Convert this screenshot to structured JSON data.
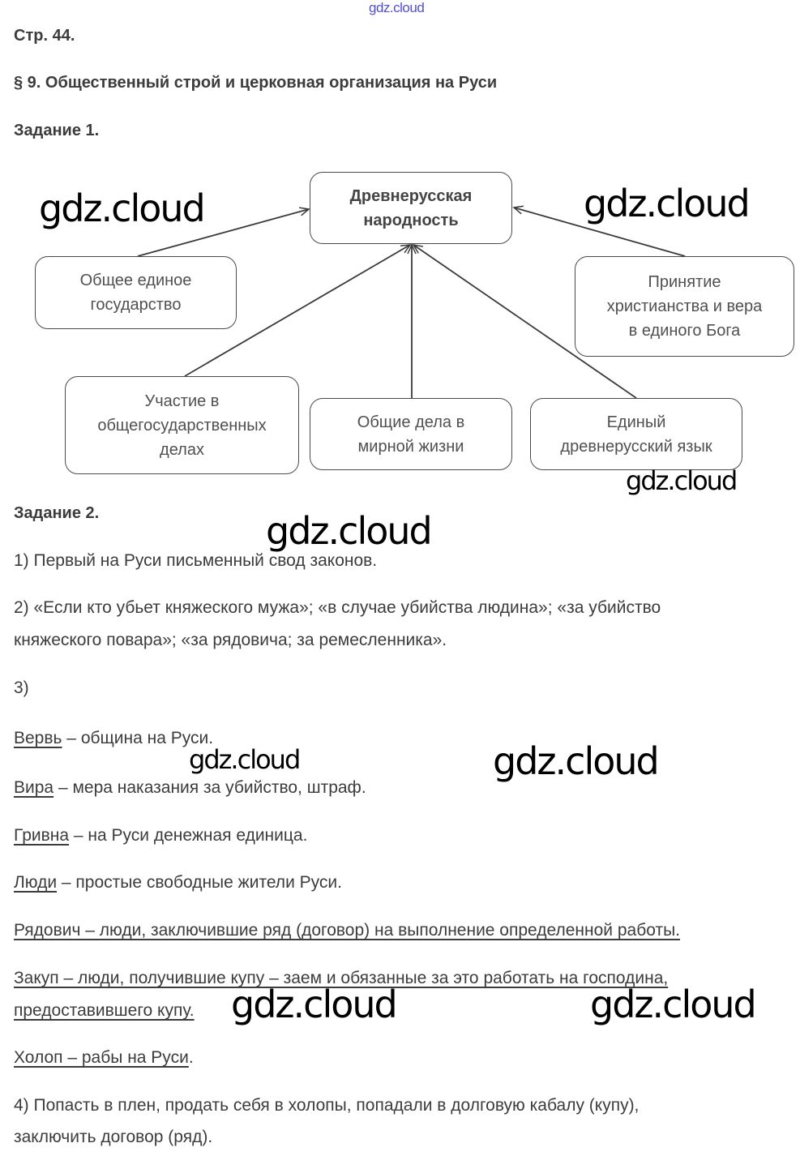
{
  "watermark_top": "gdz.cloud",
  "watermark": "gdz.cloud",
  "page_label": "Стр. 44.",
  "section_title": "§ 9. Общественный строй и церковная организация на Руси",
  "task1": {
    "title": "Задание 1.",
    "diagram": {
      "center": "Древнерусская\nнародность",
      "nodes": [
        "Общее единое\nгосударство",
        "Принятие\nхристианства и вера\nв единого Бога",
        "Участие в\nобщегосударственных\nделах",
        "Общие дела в\nмирной жизни",
        "Единый\nдревнерусский язык"
      ]
    }
  },
  "task2": {
    "title": "Задание 2.",
    "item1": "1) Первый на Руси письменный свод законов.",
    "item2_line1": "2) «Если кто убьет княжеского мужа»; «в случае убийства людина»; «за убийство",
    "item2_line2": "княжеского повара»; «за рядовича; за ремесленника».",
    "item3_label": "3)",
    "terms": [
      {
        "term": "Вервь",
        "definition": " – община на Руси."
      },
      {
        "term": "Вира",
        "definition": " – мера наказания за убийство, штраф."
      },
      {
        "term": "Гривна",
        "definition": " – на Руси денежная единица."
      },
      {
        "term": "Люди",
        "definition": " – простые свободные жители Руси."
      },
      {
        "term": "Рядович – люди, заключившие ряд (договор) на выполнение определенной работы.",
        "definition": ""
      },
      {
        "term": "Закуп – люди, получившие купу – заем и обязанные за это работать на господина,",
        "definition": ""
      },
      {
        "term": "предоставившего купу.",
        "definition": ""
      },
      {
        "term": "Холоп – рабы на Руси",
        "definition": "."
      }
    ],
    "item4_line1": "4) Попасть в плен, продать себя в холопы, попадали в долговую кабалу (купу),",
    "item4_line2": "заключить договор (ряд)."
  }
}
